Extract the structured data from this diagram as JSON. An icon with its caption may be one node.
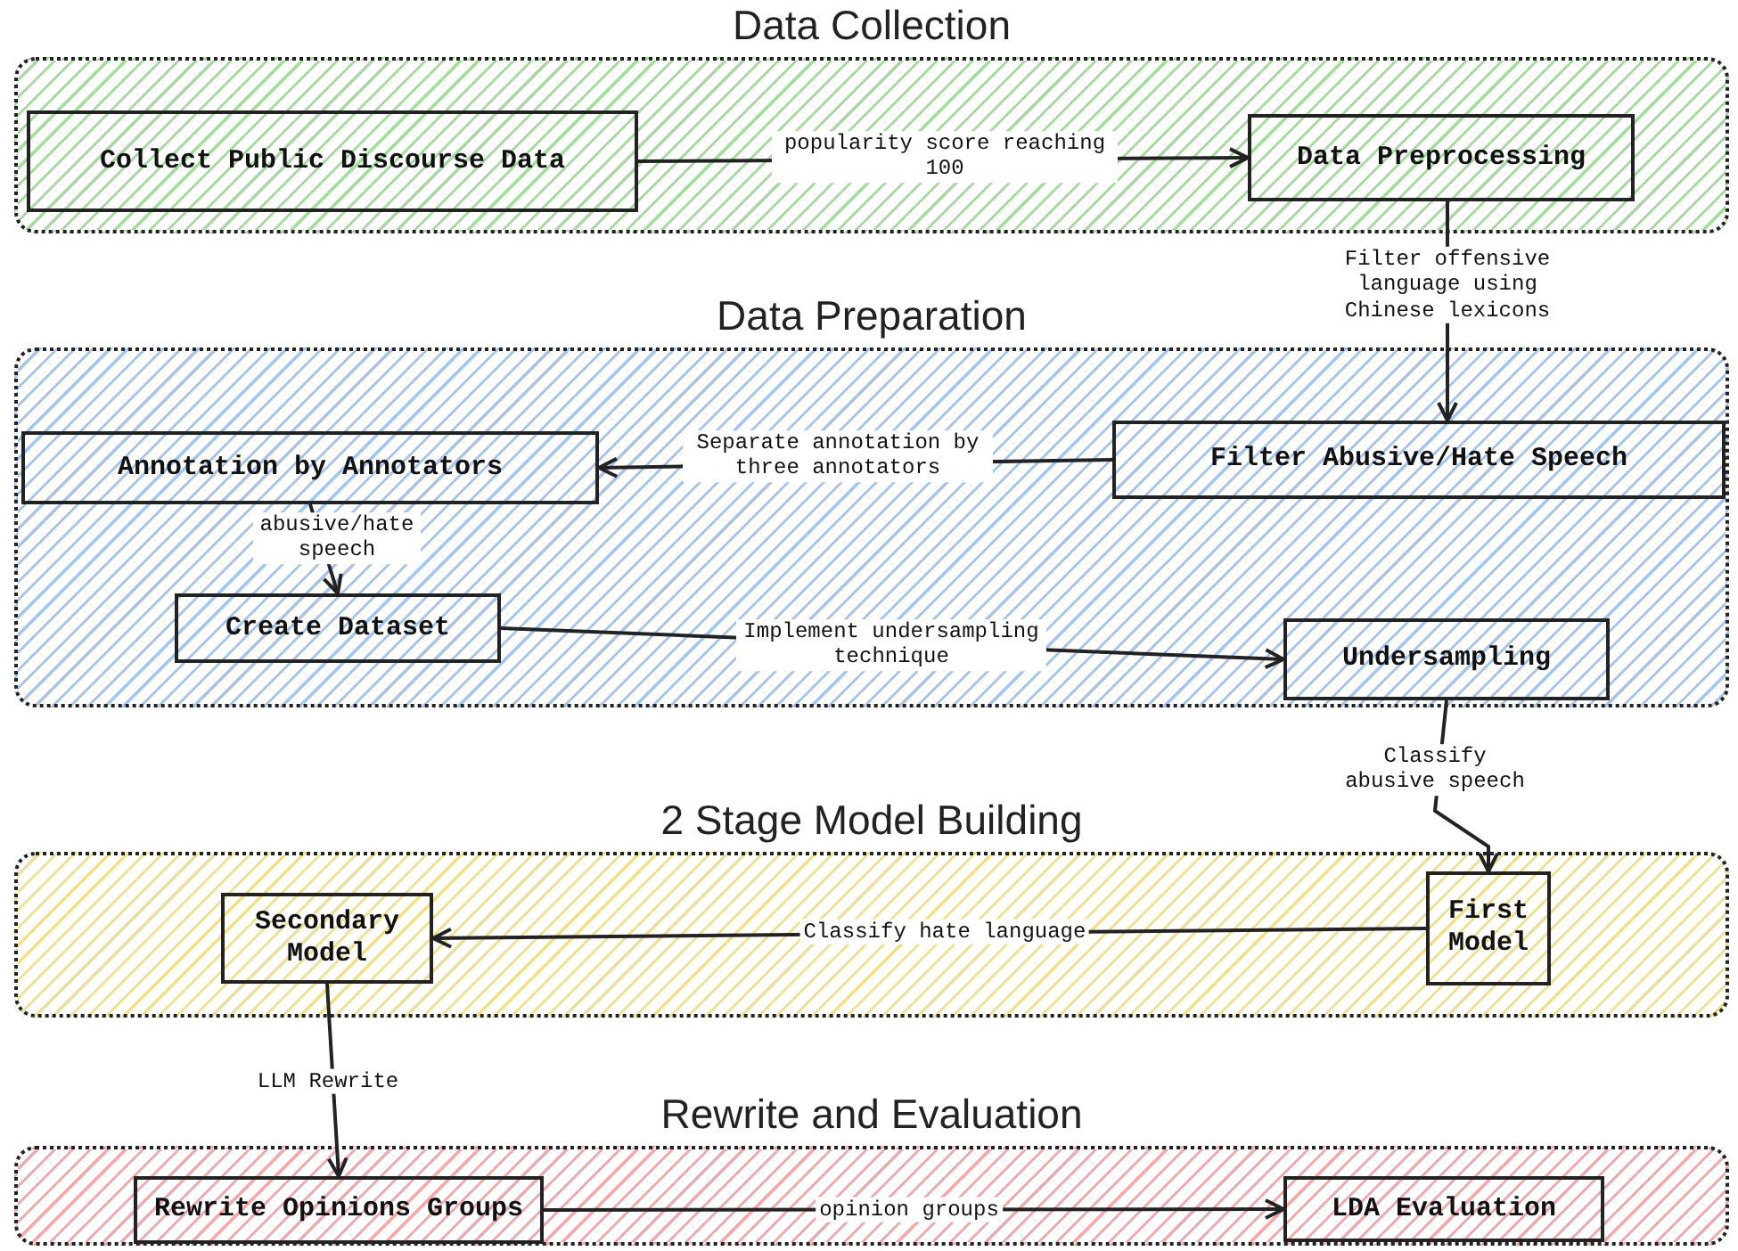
{
  "diagram": {
    "nodes": [
      {
        "text": [
          "Data Collection"
        ]
      },
      {
        "text": [
          "Collect Public Discourse Data"
        ],
        "in": 0
      },
      {
        "text": [
          "Data Preprocessing"
        ],
        "in": 0
      },
      {
        "text": [
          "Data Preparation"
        ]
      },
      {
        "text": [
          "Annotation by Annotators"
        ],
        "in": 3
      },
      {
        "text": [
          "Filter Abusive/Hate Speech"
        ],
        "in": 3
      },
      {
        "text": [
          "Create Dataset"
        ],
        "in": 3
      },
      {
        "text": [
          "Undersampling"
        ],
        "in": 3
      },
      {
        "text": [
          "2 Stage Model Building"
        ]
      },
      {
        "text": [
          "Secondary Model"
        ],
        "in": 8
      },
      {
        "text": [
          "First Model"
        ],
        "in": 8
      },
      {
        "text": [
          "Rewrite and Evaluation"
        ]
      },
      {
        "text": [
          "Rewrite Opinions Groups"
        ],
        "in": 11
      },
      {
        "text": [
          "LDA Evaluation"
        ],
        "in": 11
      }
    ],
    "edges": [
      {
        "from": 1,
        "to": 2,
        "arrow": "to",
        "label": "popularity score reaching 100"
      },
      {
        "from": 2,
        "to": 5,
        "arrow": "to",
        "label": "Filter offensive language using Chinese lexicons"
      },
      {
        "from": 5,
        "to": 4,
        "arrow": "to",
        "label": "Separate annotation by three annotators"
      },
      {
        "from": 4,
        "to": 6,
        "arrow": "to",
        "label": "abusive/hate speech"
      },
      {
        "from": 6,
        "to": 7,
        "arrow": "to",
        "label": "Implement undersampling technique"
      },
      {
        "from": 7,
        "to": 10,
        "arrow": "to",
        "label": "Classify abusive speech"
      },
      {
        "from": 10,
        "to": 9,
        "arrow": "to",
        "label": "Classify hate language"
      },
      {
        "from": 9,
        "to": 12,
        "arrow": "to",
        "label": "LLM Rewrite"
      },
      {
        "from": 12,
        "to": 13,
        "arrow": "to",
        "label": "opinion groups"
      }
    ]
  }
}
